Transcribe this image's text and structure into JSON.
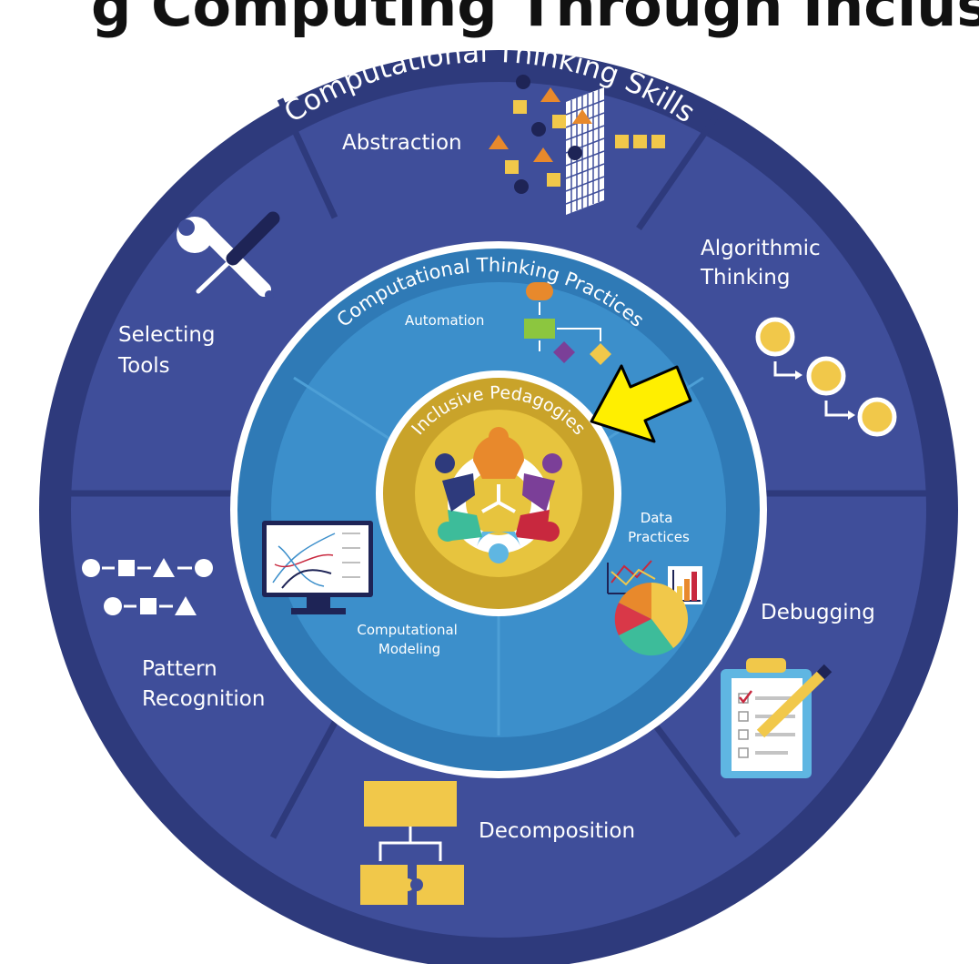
{
  "page": {
    "title_fragment": "g  Computing Through Inclusive"
  },
  "outer_ring": {
    "title": "Computational Thinking Skills",
    "skills": [
      {
        "id": "abstraction",
        "label": "Abstraction"
      },
      {
        "id": "algorithmic-thinking",
        "lines": [
          "Algorithmic",
          "Thinking"
        ]
      },
      {
        "id": "debugging",
        "label": "Debugging"
      },
      {
        "id": "decomposition",
        "label": "Decomposition"
      },
      {
        "id": "pattern-recognition",
        "lines": [
          "Pattern",
          "Recognition"
        ]
      },
      {
        "id": "selecting-tools",
        "lines": [
          "Selecting",
          "Tools"
        ]
      }
    ]
  },
  "middle_ring": {
    "title": "Computational Thinking Practices",
    "practices": [
      {
        "id": "automation",
        "label": "Automation"
      },
      {
        "id": "data-practices",
        "lines": [
          "Data",
          "Practices"
        ]
      },
      {
        "id": "computational-modeling",
        "lines": [
          "Computational",
          "Modeling"
        ]
      }
    ]
  },
  "core": {
    "title": "Inclusive Pedagogies"
  },
  "colors": {
    "outer_ring": "#3f4e9a",
    "outer_border": "#2e3a7c",
    "middle_ring": "#3c8fcb",
    "inner_gold": "#cfa92b",
    "annotation_arrow": "#ffef00"
  }
}
